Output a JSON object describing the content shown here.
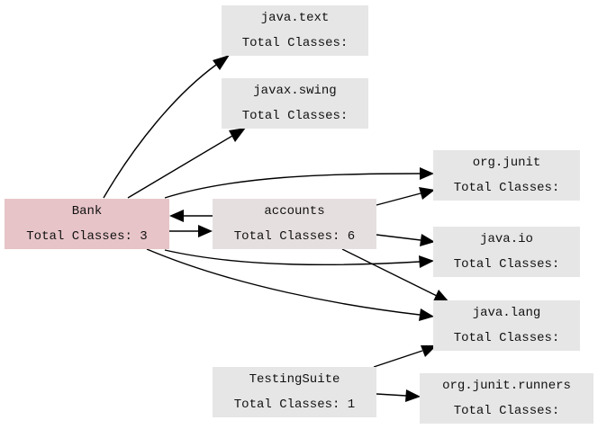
{
  "colors": {
    "background": "#ffffff",
    "node_default": "#e6e6e6",
    "node_bank": "#e7c4c8",
    "node_accounts": "#e6dfe0",
    "edge": "#000000"
  },
  "nodes": {
    "java_text": {
      "name": "java.text",
      "classes": "Total Classes:"
    },
    "javax_swing": {
      "name": "javax.swing",
      "classes": "Total Classes:"
    },
    "org_junit": {
      "name": "org.junit",
      "classes": "Total Classes:"
    },
    "bank": {
      "name": "Bank",
      "classes": "Total Classes: 3"
    },
    "accounts": {
      "name": "accounts",
      "classes": "Total Classes: 6"
    },
    "java_io": {
      "name": "java.io",
      "classes": "Total Classes:"
    },
    "java_lang": {
      "name": "java.lang",
      "classes": "Total Classes:"
    },
    "testing_suite": {
      "name": "TestingSuite",
      "classes": "Total Classes: 1"
    },
    "junit_runners": {
      "name": "org.junit.runners",
      "classes": "Total Classes:"
    }
  },
  "edges": [
    {
      "from": "Bank",
      "to": "java.text"
    },
    {
      "from": "Bank",
      "to": "javax.swing"
    },
    {
      "from": "Bank",
      "to": "org.junit"
    },
    {
      "from": "Bank",
      "to": "accounts"
    },
    {
      "from": "Bank",
      "to": "java.io"
    },
    {
      "from": "Bank",
      "to": "java.lang"
    },
    {
      "from": "accounts",
      "to": "Bank"
    },
    {
      "from": "accounts",
      "to": "org.junit"
    },
    {
      "from": "accounts",
      "to": "java.io"
    },
    {
      "from": "accounts",
      "to": "java.lang"
    },
    {
      "from": "TestingSuite",
      "to": "java.lang"
    },
    {
      "from": "TestingSuite",
      "to": "org.junit.runners"
    }
  ]
}
